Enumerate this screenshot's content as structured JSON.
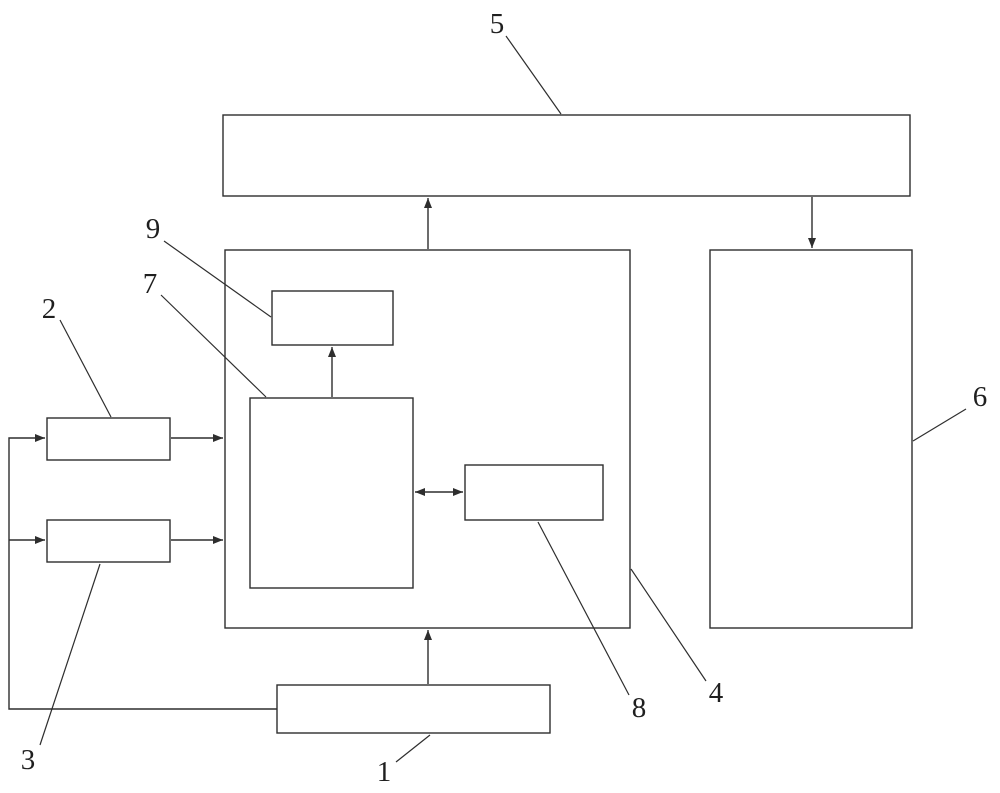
{
  "figure": {
    "type": "block-diagram",
    "background_color": "#ffffff",
    "line_color": "#2e2e2e",
    "labels": {
      "n1": "1",
      "n2": "2",
      "n3": "3",
      "n4": "4",
      "n5": "5",
      "n6": "6",
      "n7": "7",
      "n8": "8",
      "n9": "9"
    },
    "blocks": [
      {
        "ref": "1",
        "shape": "rectangle",
        "position": "bottom-center"
      },
      {
        "ref": "2",
        "shape": "rectangle",
        "position": "left-upper"
      },
      {
        "ref": "3",
        "shape": "rectangle",
        "position": "left-lower"
      },
      {
        "ref": "4",
        "shape": "rectangle",
        "position": "center-large",
        "contains": [
          "7",
          "8",
          "9"
        ]
      },
      {
        "ref": "5",
        "shape": "rectangle",
        "position": "top-wide"
      },
      {
        "ref": "6",
        "shape": "rectangle",
        "position": "right-tall"
      },
      {
        "ref": "7",
        "shape": "rectangle",
        "position": "inside-4-center"
      },
      {
        "ref": "8",
        "shape": "rectangle",
        "position": "inside-4-right"
      },
      {
        "ref": "9",
        "shape": "rectangle",
        "position": "inside-4-top"
      }
    ],
    "connections": [
      {
        "from": "4",
        "to": "5",
        "style": "arrow"
      },
      {
        "from": "5",
        "to": "6",
        "style": "arrow"
      },
      {
        "from": "7",
        "to": "9",
        "style": "arrow"
      },
      {
        "from": "7",
        "to": "8",
        "style": "double-arrow"
      },
      {
        "from": "2",
        "to": "4",
        "style": "arrow"
      },
      {
        "from": "3",
        "to": "4",
        "style": "arrow"
      },
      {
        "from": "1",
        "to": "4",
        "style": "arrow"
      },
      {
        "from": "1",
        "to": "2",
        "style": "arrow-routed-left"
      },
      {
        "from": "1",
        "to": "3",
        "style": "arrow-routed-left"
      }
    ]
  }
}
